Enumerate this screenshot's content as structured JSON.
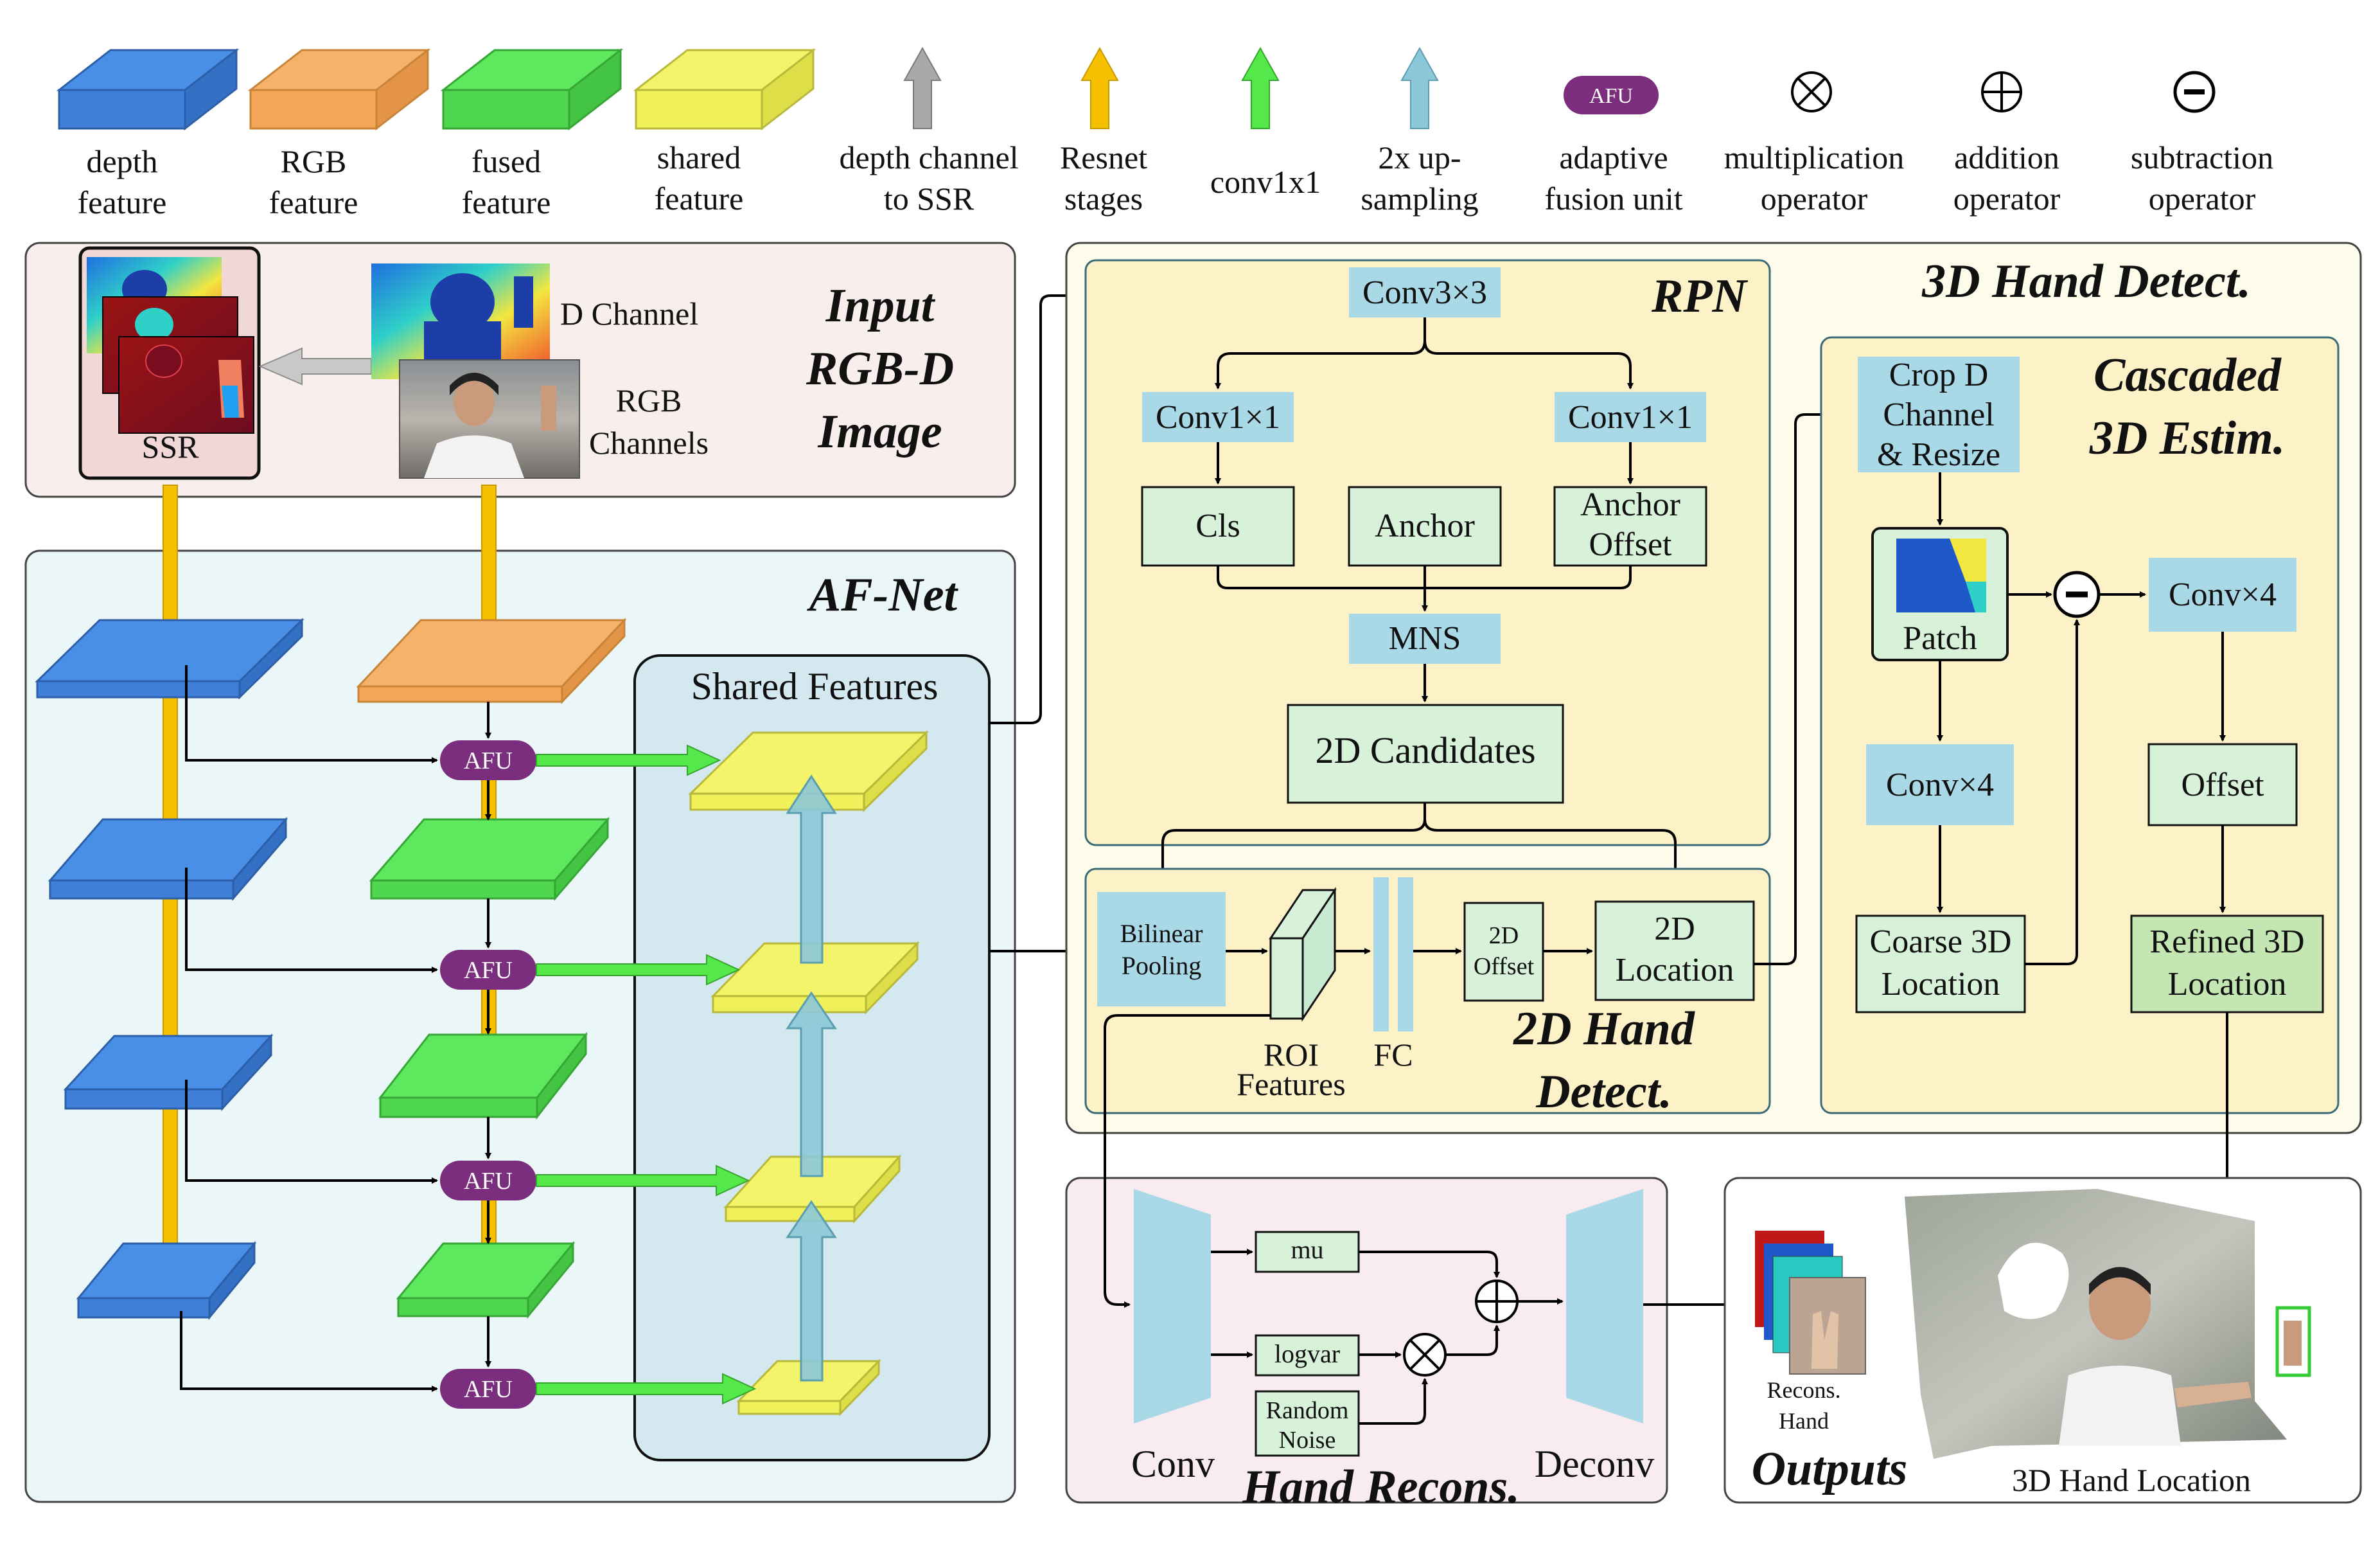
{
  "legend": [
    {
      "label_lines": [
        "depth",
        "feature"
      ],
      "icon": "blue-slab-icon",
      "color": "#4a8fe7"
    },
    {
      "label_lines": [
        "RGB",
        "feature"
      ],
      "icon": "orange-slab-icon",
      "color": "#f6b26b"
    },
    {
      "label_lines": [
        "fused",
        "feature"
      ],
      "icon": "green-slab-icon",
      "color": "#5ee85e"
    },
    {
      "label_lines": [
        "shared",
        "feature"
      ],
      "icon": "yellow-slab-icon",
      "color": "#f4f46a"
    },
    {
      "label_lines": [
        "depth channel",
        "to SSR"
      ],
      "icon": "gray-arrow-icon",
      "color": "#a9a9a9"
    },
    {
      "label_lines": [
        "Resnet",
        "stages"
      ],
      "icon": "gold-arrow-icon",
      "color": "#f5c000"
    },
    {
      "label_lines": [
        "conv1x1"
      ],
      "icon": "green-arrow-icon",
      "color": "#55e84a"
    },
    {
      "label_lines": [
        "2x up-",
        "sampling"
      ],
      "icon": "lightblue-arrow-icon",
      "color": "#8cc8d8"
    },
    {
      "label_lines": [
        "adaptive",
        "fusion unit"
      ],
      "icon": "afu-badge-icon",
      "badge": "AFU",
      "color": "#7b2d7e"
    },
    {
      "label_lines": [
        "multiplication",
        "operator"
      ],
      "icon": "multiply-circle-icon"
    },
    {
      "label_lines": [
        "addition",
        "operator"
      ],
      "icon": "plus-circle-icon"
    },
    {
      "label_lines": [
        "subtraction",
        "operator"
      ],
      "icon": "minus-circle-icon"
    }
  ],
  "input_panel": {
    "title_lines": [
      "Input",
      "RGB-D",
      "Image"
    ],
    "ssr_label": "SSR",
    "d_channel_label": "D Channel",
    "rgb_label_lines": [
      "RGB",
      "Channels"
    ]
  },
  "afnet": {
    "title": "AF-Net",
    "shared_title": "Shared Features",
    "afu_labels": [
      "AFU",
      "AFU",
      "AFU",
      "AFU"
    ]
  },
  "detect3d": {
    "title": "3D Hand Detect.",
    "rpn": {
      "title": "RPN",
      "conv3": "Conv3×3",
      "conv1_left": "Conv1×1",
      "conv1_right": "Conv1×1",
      "cls": "Cls",
      "anchor": "Anchor",
      "anchor_offset_lines": [
        "Anchor",
        "Offset"
      ],
      "mns": "MNS",
      "candidates": "2D Candidates"
    },
    "hand2d": {
      "title_lines": [
        "2D Hand",
        "Detect."
      ],
      "bilinear_lines": [
        "Bilinear",
        "Pooling"
      ],
      "roi_lines": [
        "ROI",
        "Features"
      ],
      "fc": "FC",
      "offset2d_lines": [
        "2D",
        "Offset"
      ],
      "location2d_lines": [
        "2D",
        "Location"
      ]
    },
    "cascaded": {
      "title_lines": [
        "Cascaded",
        "3D Estim."
      ],
      "crop_lines": [
        "Crop D",
        "Channel",
        "& Resize"
      ],
      "patch": "Patch",
      "conv4_left": "Conv×4",
      "conv4_right": "Conv×4",
      "coarse_lines": [
        "Coarse 3D",
        "Location"
      ],
      "offset": "Offset",
      "refined_lines": [
        "Refined 3D",
        "Location"
      ]
    }
  },
  "recons": {
    "title": "Hand Recons.",
    "conv": "Conv",
    "deconv": "Deconv",
    "mu": "mu",
    "logvar": "logvar",
    "noise_lines": [
      "Random",
      "Noise"
    ]
  },
  "outputs": {
    "title": "Outputs",
    "recons_hand_lines": [
      "Recons.",
      "Hand"
    ],
    "location_caption": "3D Hand Location"
  }
}
